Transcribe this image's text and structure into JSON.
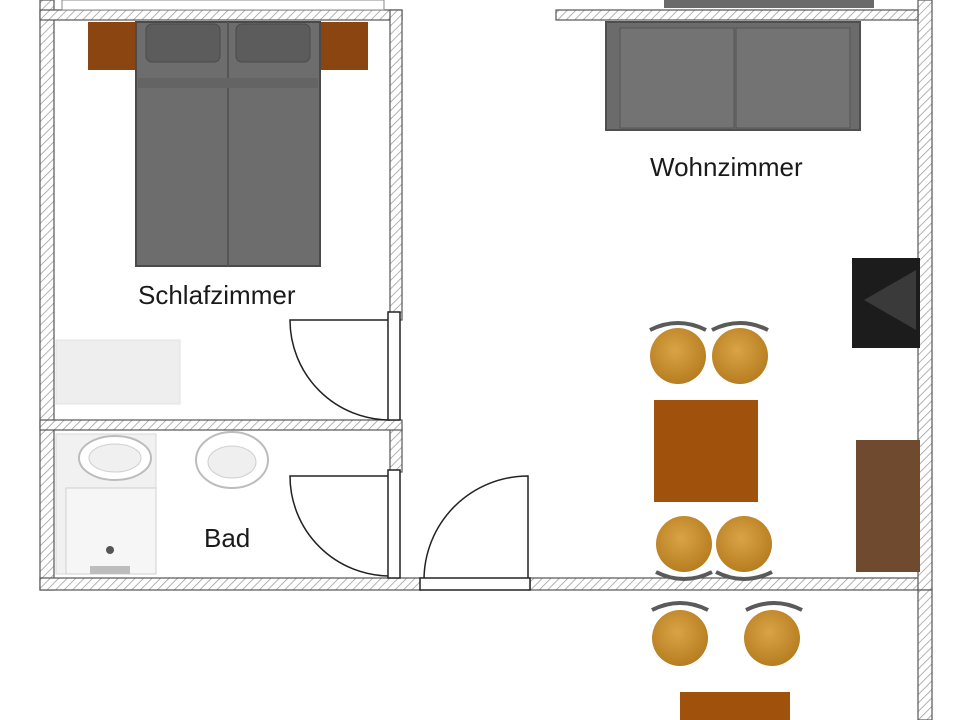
{
  "plan": {
    "rooms": [
      {
        "id": "schlafzimmer",
        "label": "Schlafzimmer"
      },
      {
        "id": "wohnzimmer",
        "label": "Wohnzimmer"
      },
      {
        "id": "bad",
        "label": "Bad"
      }
    ]
  },
  "colors": {
    "wall_fill": "#ffffff",
    "wall_hatch": "#9a9a9a",
    "wall_stroke": "#555555",
    "bed": "#6d6d6d",
    "bed_pillow": "#5c5c5c",
    "nightstand": "#8a4510",
    "sofa": "#6b6b6b",
    "table": "#a0520c",
    "chair": "#c98e2a",
    "chair_back": "#5a5a5a",
    "tv": "#1c1c1c",
    "cabinet": "#6f4a2e",
    "fixture": "#e6e6e6",
    "door_line": "#222222"
  }
}
